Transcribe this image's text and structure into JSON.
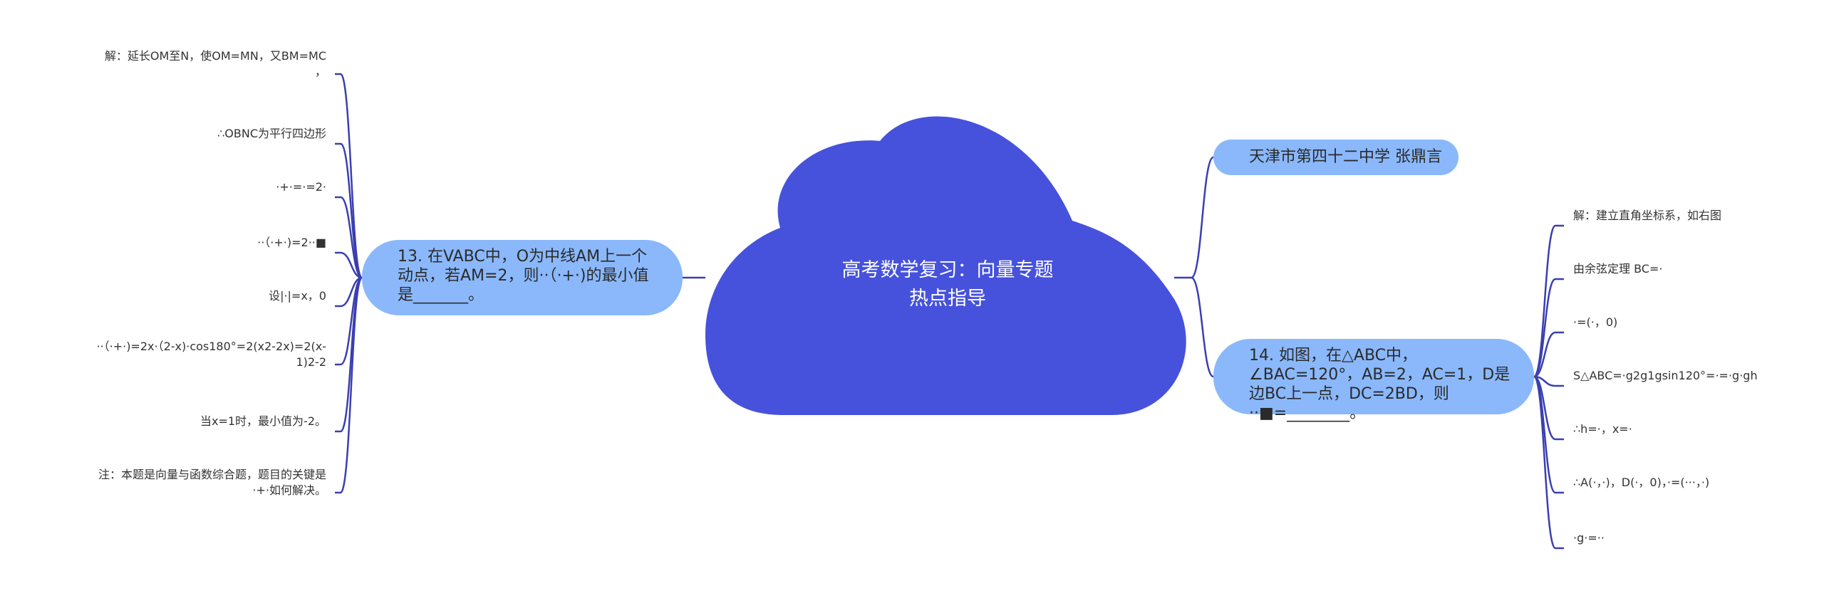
{
  "colors": {
    "root_fill": "#4652dc",
    "branch_fill": "#8ab8fb",
    "connector": "#3a3fb0",
    "leaf_text": "#333333",
    "root_text": "#ffffff"
  },
  "root": {
    "title": "高考数学复习：向量专题\n热点指导"
  },
  "author": {
    "label": "天津市第四十二中学 张鼎言"
  },
  "q13": {
    "label": "13. 在VABC中，O为中线AM上一个动点，若AM=2，则··（·+·)的最小值是_______。",
    "steps": [
      "解：延长OM至N，使OM=MN，又BM=MC\n，",
      "∴OBNC为平行四边形",
      "·+·=·=2·",
      "··（·+·)=2··■",
      "设|·|=x，0",
      "··（·+·)=2x·（2-x)·cos180°=2(x2-2x)=2(x-\n1)2-2",
      "当x=1时，最小值为-2。",
      "注：本题是向量与函数综合题，题目的关键是\n·+·如何解决。"
    ]
  },
  "q14": {
    "label": "14. 如图，在△ABC中，∠BAC=120°，AB=2，AC=1，D是边BC上一点，DC=2BD，则··■=________。",
    "steps": [
      "解：建立直角坐标系，如右图",
      "由余弦定理 BC=·",
      "·=(·，0)",
      "S△ABC=·g2g1gsin120°=·=·g·gh",
      "∴h=·，x=·",
      "∴A(·，·)，D(·，0)，·=(···，·)",
      "·g·=··"
    ]
  }
}
